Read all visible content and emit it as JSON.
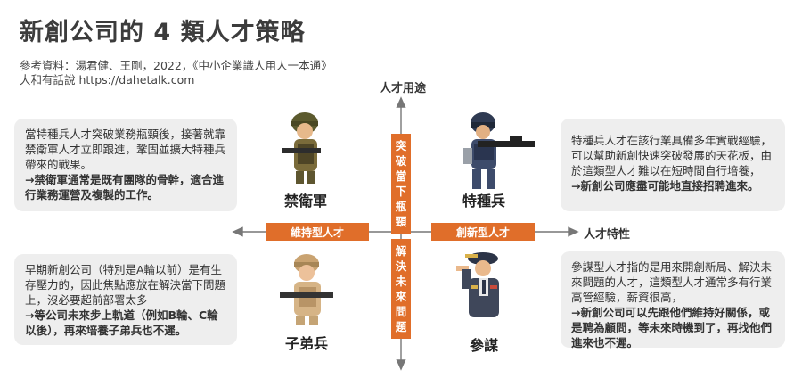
{
  "title": "新創公司的 4 類人才策略",
  "source_line1": "參考資料：湯君健、王剛，2022，《中小企業識人用人一本通》",
  "source_line2": "大和有話說 https://dahetalk.com",
  "axes": {
    "y_label": "人才用途",
    "x_label": "人才特性",
    "top_tag": "突破當下瓶頸",
    "bottom_tag": "解決未來問題",
    "left_tag": "維持型人才",
    "right_tag": "創新型人才"
  },
  "quadrants": {
    "top_left": {
      "name": "禁衛軍",
      "text": "當特種兵人才突破業務瓶頸後，接著就靠禁衛軍人才立即跟進，鞏固並擴大特種兵帶來的戰果。",
      "bold": "→禁衛軍通常是既有團隊的骨幹，適合進行業務運營及複製的工作。"
    },
    "top_right": {
      "name": "特種兵",
      "text": "特種兵人才在該行業具備多年實戰經驗，可以幫助新創快速突破發展的天花板，由於這類型人才難以在短時間自行培養，",
      "bold": "→新創公司應盡可能地直接招聘進來。"
    },
    "bottom_left": {
      "name": "子弟兵",
      "text": "早期新創公司（特別是A輪以前）是有生存壓力的，因此焦點應放在解決當下問題上，沒必要超前部署太多",
      "bold": "→等公司未來步上軌道（例如B輪、C輪以後），再來培養子弟兵也不遲。"
    },
    "bottom_right": {
      "name": "參謀",
      "text": "參謀型人才指的是用來開創新局、解決未來問題的人才，這類型人才通常多有行業高管經驗，薪資很高，",
      "bold": "→新創公司可以先跟他們維持好關係，或是聘為顧問，等未來時機到了，再找他們進來也不遲。"
    }
  },
  "colors": {
    "accent": "#e06e2a",
    "box_bg": "#eeeeee",
    "axis": "#666666"
  }
}
